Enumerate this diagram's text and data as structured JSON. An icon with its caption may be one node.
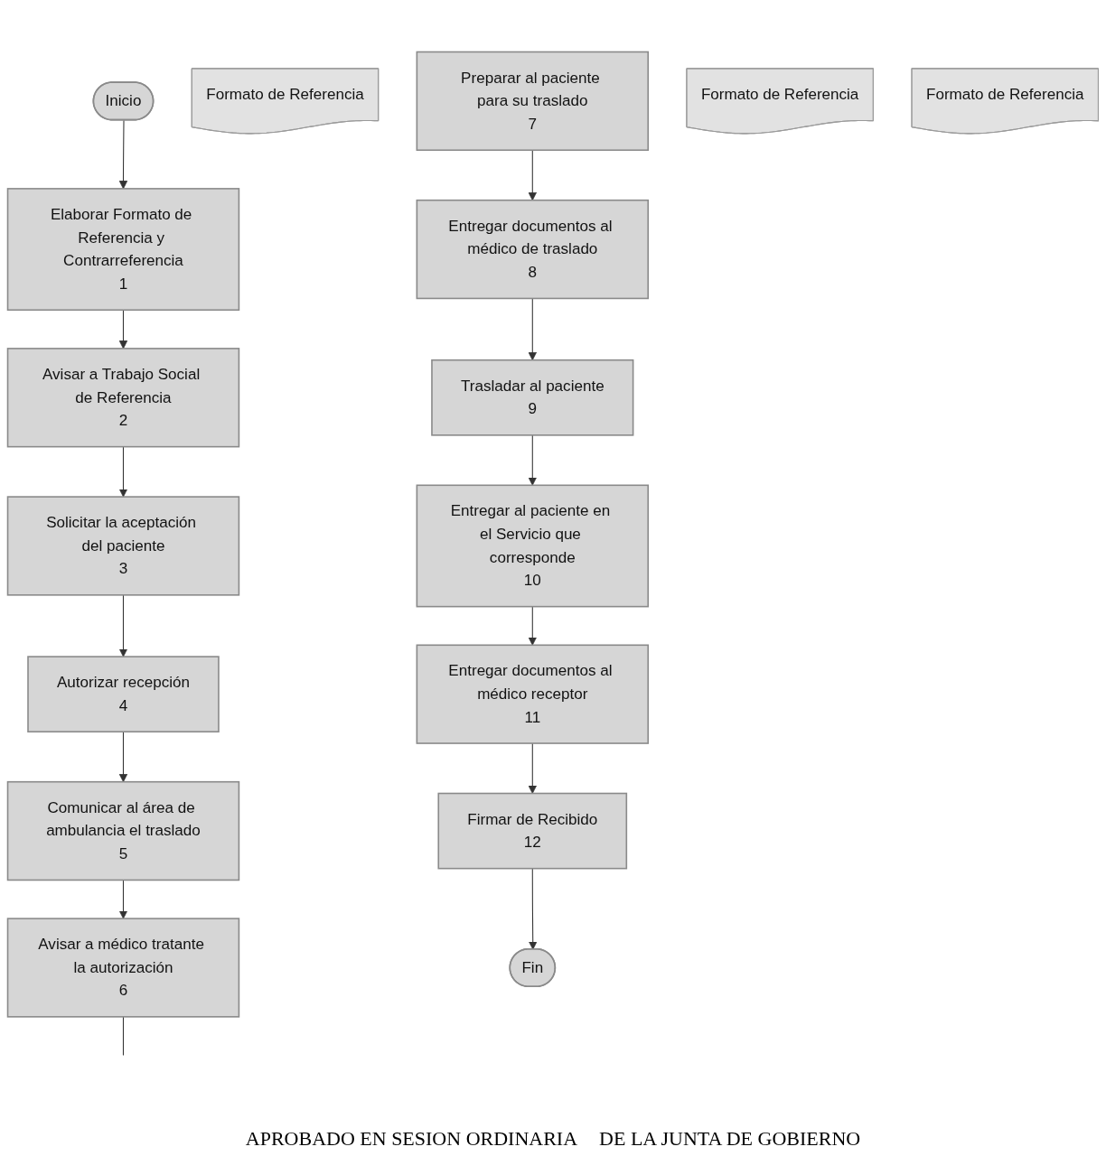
{
  "diagram": {
    "nodes": [
      {
        "text": [
          "Inicio"
        ]
      },
      {
        "text": [
          "Elaborar Formato de Referencia y Contrarreferencia",
          "1"
        ]
      },
      {
        "text": [
          "Formato de Referencia"
        ]
      },
      {
        "text": [
          "Avisar a Trabajo Social de Referencia",
          "2"
        ]
      },
      {
        "text": [
          "Solicitar la aceptación del paciente",
          "3"
        ]
      },
      {
        "text": [
          "Autorizar recepción",
          "4"
        ]
      },
      {
        "text": [
          "Comunicar al área de ambulancia el traslado",
          "5"
        ]
      },
      {
        "text": [
          "Avisar a médico tratante la autorización",
          "6"
        ]
      },
      {
        "text": [
          "Preparar al paciente para su traslado",
          "7"
        ]
      },
      {
        "text": [
          "Entregar documentos al médico de traslado",
          "8"
        ]
      },
      {
        "text": [
          "Formato de Referencia"
        ]
      },
      {
        "text": [
          "Trasladar al paciente",
          "9"
        ]
      },
      {
        "text": [
          "Entregar al paciente en el Servicio que corresponde",
          "10"
        ]
      },
      {
        "text": [
          "Entregar documentos al médico receptor",
          "11"
        ]
      },
      {
        "text": [
          "Formato de Referencia"
        ]
      },
      {
        "text": [
          "Firmar de Recibido",
          "12"
        ]
      },
      {
        "text": [
          "Fin"
        ]
      }
    ],
    "edges": [
      {
        "from": 0,
        "to": 1,
        "arrow": "to"
      },
      {
        "from": 1,
        "to": 3,
        "arrow": "to"
      },
      {
        "from": 3,
        "to": 4,
        "arrow": "to"
      },
      {
        "from": 4,
        "to": 5,
        "arrow": "to"
      },
      {
        "from": 5,
        "to": 6,
        "arrow": "to"
      },
      {
        "from": 6,
        "to": 7,
        "arrow": "to"
      },
      {
        "from": 7,
        "to": null,
        "arrow": "none"
      },
      {
        "from": 8,
        "to": 9,
        "arrow": "to"
      },
      {
        "from": 9,
        "to": 11,
        "arrow": "to"
      },
      {
        "from": 11,
        "to": 12,
        "arrow": "to"
      },
      {
        "from": 12,
        "to": 13,
        "arrow": "to"
      },
      {
        "from": 13,
        "to": 15,
        "arrow": "to"
      },
      {
        "from": 15,
        "to": 16,
        "arrow": "to"
      }
    ],
    "labels": [
      "APROBADO EN SESION ORDINARIA",
      "DE LA JUNTA DE GOBIERNO"
    ]
  }
}
